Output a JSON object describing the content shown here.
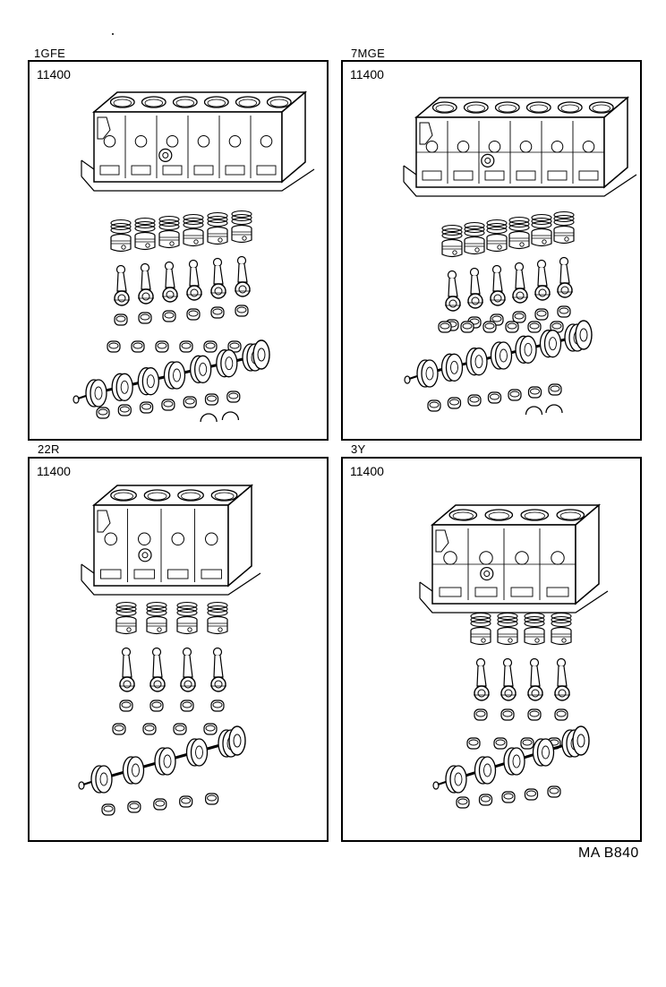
{
  "panels": [
    {
      "engine": "1GFE",
      "part_number": "11400",
      "cylinders": 6
    },
    {
      "engine": "7MGE",
      "part_number": "11400",
      "cylinders": 6
    },
    {
      "engine": "22R",
      "part_number": "11400",
      "cylinders": 4
    },
    {
      "engine": "3Y",
      "part_number": "11400",
      "cylinders": 4
    }
  ],
  "reference_code": "MA B840"
}
